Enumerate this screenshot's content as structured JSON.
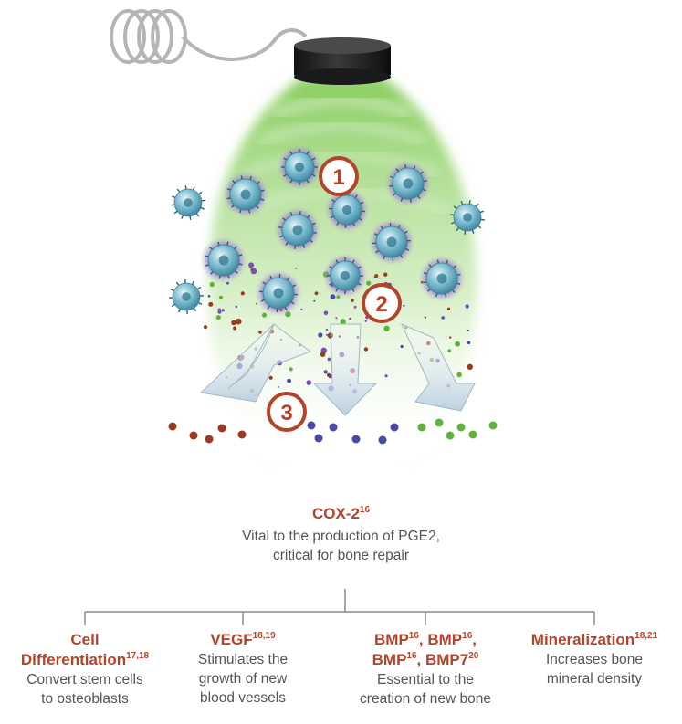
{
  "steps": [
    "1",
    "2",
    "3"
  ],
  "cox": {
    "title": "COX-2",
    "ref": "16",
    "desc_line1": "Vital to the production of PGE2,",
    "desc_line2": "critical for bone repair"
  },
  "columns": [
    {
      "title_line1": "Cell",
      "title_line2": "Differentiation",
      "title_ref": "17,18",
      "desc_line1": "Convert stem cells",
      "desc_line2": "to osteoblasts"
    },
    {
      "title": "VEGF",
      "title_ref": "18,19",
      "desc_line1": "Stimulates the",
      "desc_line2": "growth of new",
      "desc_line3": "blood vessels"
    },
    {
      "l1a": "BMP",
      "l1a_ref": "16",
      "l1b": ", BMP",
      "l1b_ref": "16",
      "l1c": ",",
      "l2a": "BMP",
      "l2a_ref": "16",
      "l2b": ", BMP7",
      "l2b_ref": "20",
      "desc_line1": "Essential to the",
      "desc_line2": "creation of new bone"
    },
    {
      "title": "Mineralization",
      "title_ref": "18,21",
      "desc_line1": "Increases bone",
      "desc_line2": "mineral density"
    }
  ],
  "colors": {
    "accent_red": "#b3442a",
    "text_gray": "#555555",
    "beam_green": "#8fd06a",
    "cell_blue": "#6fb2c8",
    "cell_glow": "#8a5fc9",
    "arrow_blue": "#c9dbe6"
  }
}
